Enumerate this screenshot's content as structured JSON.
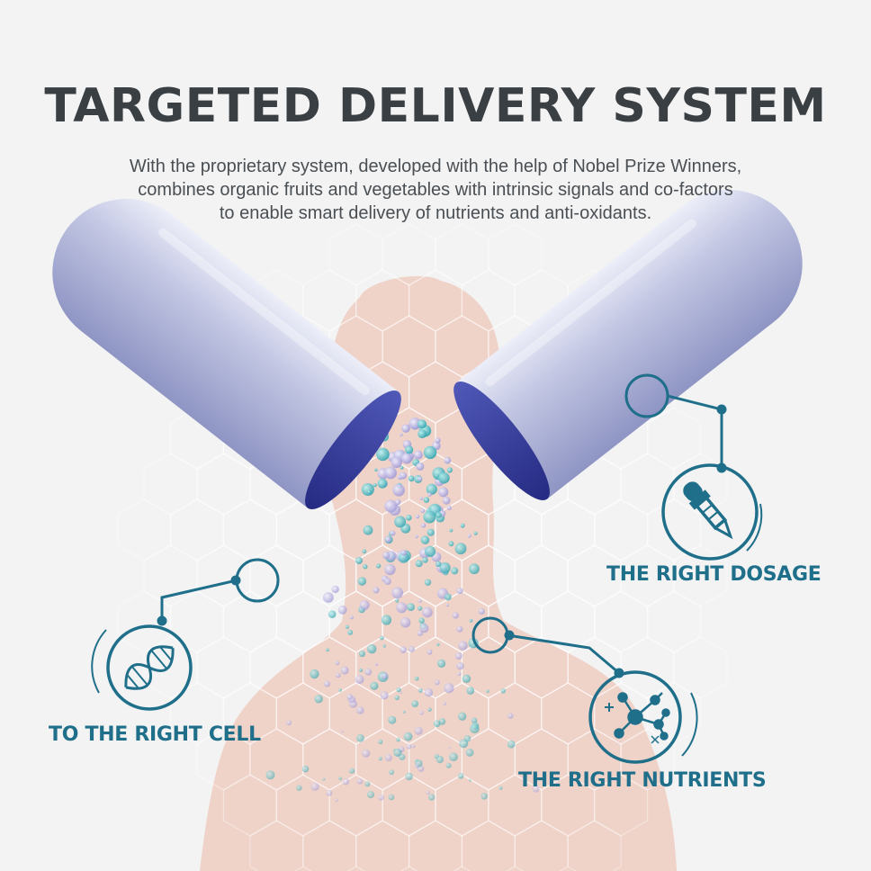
{
  "title": "TARGETED DELIVERY SYSTEM",
  "subtitle": {
    "line1": "With the proprietary system, developed with the help of Nobel Prize Winners,",
    "line2": "combines organic fruits and vegetables with intrinsic signals and co-factors",
    "line3": "to enable smart delivery of nutrients and anti-oxidants."
  },
  "features": {
    "dosage": {
      "label": "THE RIGHT DOSAGE",
      "icon": "dropper-icon"
    },
    "cell": {
      "label": "TO THE RIGHT CELL",
      "icon": "dna-icon"
    },
    "nutrients": {
      "label": "THE RIGHT NUTRIENTS",
      "icon": "molecule-icon"
    }
  },
  "colors": {
    "accent": "#1f6f8b",
    "title": "#3a3f44",
    "capsule": "#b7bcdd",
    "silhouette": "#efcfc4",
    "particle_teal": "#5fbfc4",
    "particle_lavender": "#b9b3e0"
  }
}
